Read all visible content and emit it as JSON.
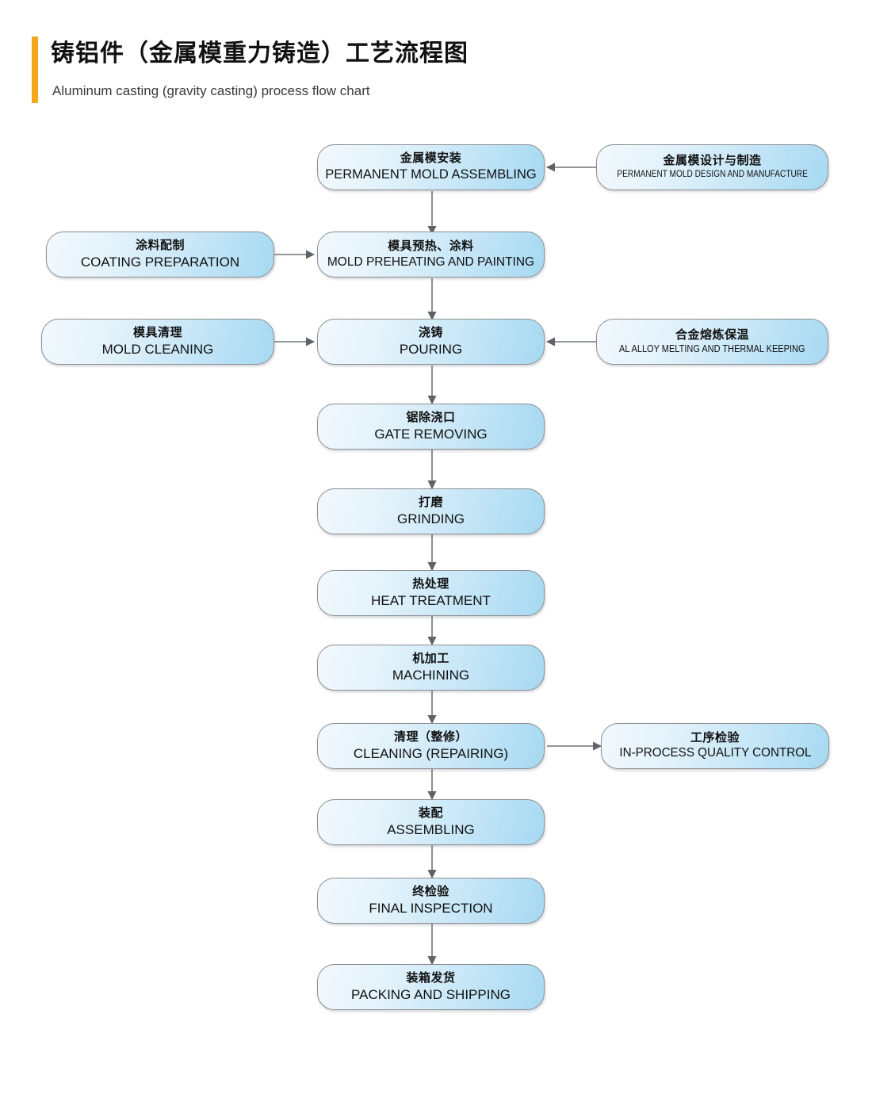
{
  "header": {
    "title_cn": "铸铝件（金属模重力铸造）工艺流程图",
    "title_en": "Aluminum casting (gravity casting) process flow chart",
    "accent_color": "#F5A81C"
  },
  "chart_data": {
    "type": "diagram",
    "diagram_kind": "process-flowchart",
    "title": "铸铝件（金属模重力铸造）工艺流程图 / Aluminum casting (gravity casting) process flow chart",
    "node_fill_start": "#f2f9fd",
    "node_fill_end": "#a6d9f2",
    "node_border": "#8d8f92",
    "connector_color": "#6f7377",
    "nodes": [
      {
        "id": "permanent-mold-assembling",
        "cn": "金属模安装",
        "en": "PERMANENT MOLD ASSEMBLING",
        "column": "center",
        "order": 1
      },
      {
        "id": "permanent-mold-design",
        "cn": "金属模设计与制造",
        "en": "PERMANENT MOLD DESIGN AND MANUFACTURE",
        "column": "right",
        "order": 1
      },
      {
        "id": "coating-preparation",
        "cn": "涂料配制",
        "en": "COATING PREPARATION",
        "column": "left",
        "order": 1
      },
      {
        "id": "mold-preheating-painting",
        "cn": "模具预热、涂料",
        "en": "MOLD PREHEATING AND PAINTING",
        "column": "center",
        "order": 2
      },
      {
        "id": "mold-cleaning",
        "cn": "模具清理",
        "en": "MOLD CLEANING",
        "column": "left",
        "order": 2
      },
      {
        "id": "pouring",
        "cn": "浇铸",
        "en": "POURING",
        "column": "center",
        "order": 3
      },
      {
        "id": "al-alloy-melting",
        "cn": "合金熔炼保温",
        "en": "AL ALLOY MELTING AND THERMAL KEEPING",
        "column": "right",
        "order": 2
      },
      {
        "id": "gate-removing",
        "cn": "锯除浇口",
        "en": "GATE REMOVING",
        "column": "center",
        "order": 4
      },
      {
        "id": "grinding",
        "cn": "打磨",
        "en": "GRINDING",
        "column": "center",
        "order": 5
      },
      {
        "id": "heat-treatment",
        "cn": "热处理",
        "en": "HEAT TREATMENT",
        "column": "center",
        "order": 6
      },
      {
        "id": "machining",
        "cn": "机加工",
        "en": "MACHINING",
        "column": "center",
        "order": 7
      },
      {
        "id": "cleaning-repairing",
        "cn": "清理（整修）",
        "en": "CLEANING (REPAIRING)",
        "column": "center",
        "order": 8
      },
      {
        "id": "in-process-quality-control",
        "cn": "工序检验",
        "en": "IN-PROCESS QUALITY CONTROL",
        "column": "right",
        "order": 3
      },
      {
        "id": "assembling",
        "cn": "装配",
        "en": "ASSEMBLING",
        "column": "center",
        "order": 9
      },
      {
        "id": "final-inspection",
        "cn": "终检验",
        "en": "FINAL INSPECTION",
        "column": "center",
        "order": 10
      },
      {
        "id": "packing-shipping",
        "cn": "装箱发货",
        "en": "PACKING AND SHIPPING",
        "column": "center",
        "order": 11
      }
    ],
    "edges": [
      {
        "from": "permanent-mold-design",
        "to": "permanent-mold-assembling",
        "direction": "right-to-left"
      },
      {
        "from": "permanent-mold-assembling",
        "to": "mold-preheating-painting",
        "direction": "top-to-bottom"
      },
      {
        "from": "coating-preparation",
        "to": "mold-preheating-painting",
        "direction": "left-to-right"
      },
      {
        "from": "mold-preheating-painting",
        "to": "pouring",
        "direction": "top-to-bottom"
      },
      {
        "from": "mold-cleaning",
        "to": "pouring",
        "direction": "left-to-right"
      },
      {
        "from": "al-alloy-melting",
        "to": "pouring",
        "direction": "right-to-left"
      },
      {
        "from": "pouring",
        "to": "gate-removing",
        "direction": "top-to-bottom"
      },
      {
        "from": "gate-removing",
        "to": "grinding",
        "direction": "top-to-bottom"
      },
      {
        "from": "grinding",
        "to": "heat-treatment",
        "direction": "top-to-bottom"
      },
      {
        "from": "heat-treatment",
        "to": "machining",
        "direction": "top-to-bottom"
      },
      {
        "from": "machining",
        "to": "cleaning-repairing",
        "direction": "top-to-bottom"
      },
      {
        "from": "cleaning-repairing",
        "to": "in-process-quality-control",
        "direction": "left-to-right"
      },
      {
        "from": "cleaning-repairing",
        "to": "assembling",
        "direction": "top-to-bottom"
      },
      {
        "from": "assembling",
        "to": "final-inspection",
        "direction": "top-to-bottom"
      },
      {
        "from": "final-inspection",
        "to": "packing-shipping",
        "direction": "top-to-bottom"
      }
    ]
  }
}
